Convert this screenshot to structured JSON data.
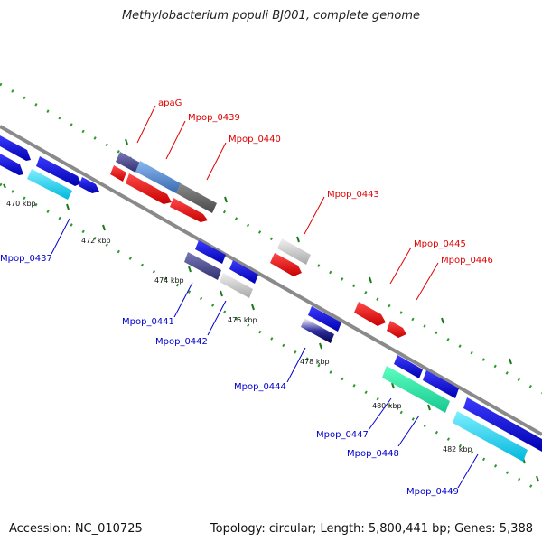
{
  "header": {
    "title": "Methylobacterium populi BJ001, complete genome"
  },
  "footer": {
    "accession": "Accession: NC_010725",
    "summary": "Topology: circular; Length: 5,800,441 bp; Genes: 5,388"
  },
  "colors": {
    "label_top": "#e00000",
    "label_bottom": "#0000cc",
    "backbone": "#8a8a8a",
    "dots_outer": "#2a9a2a",
    "dots_inner": "#2a9a2a"
  },
  "ticks": [
    "470 kbp",
    "472 kbp",
    "474 kbp",
    "476 kbp",
    "478 kbp",
    "480 kbp",
    "482 kbp"
  ],
  "genes_top": [
    "apaG",
    "Mpop_0439",
    "Mpop_0440",
    "Mpop_0443",
    "Mpop_0445",
    "Mpop_0446"
  ],
  "genes_bottom": [
    "Mpop_0437",
    "Mpop_0441",
    "Mpop_0442",
    "Mpop_0444",
    "Mpop_0447",
    "Mpop_0448",
    "Mpop_0449"
  ]
}
